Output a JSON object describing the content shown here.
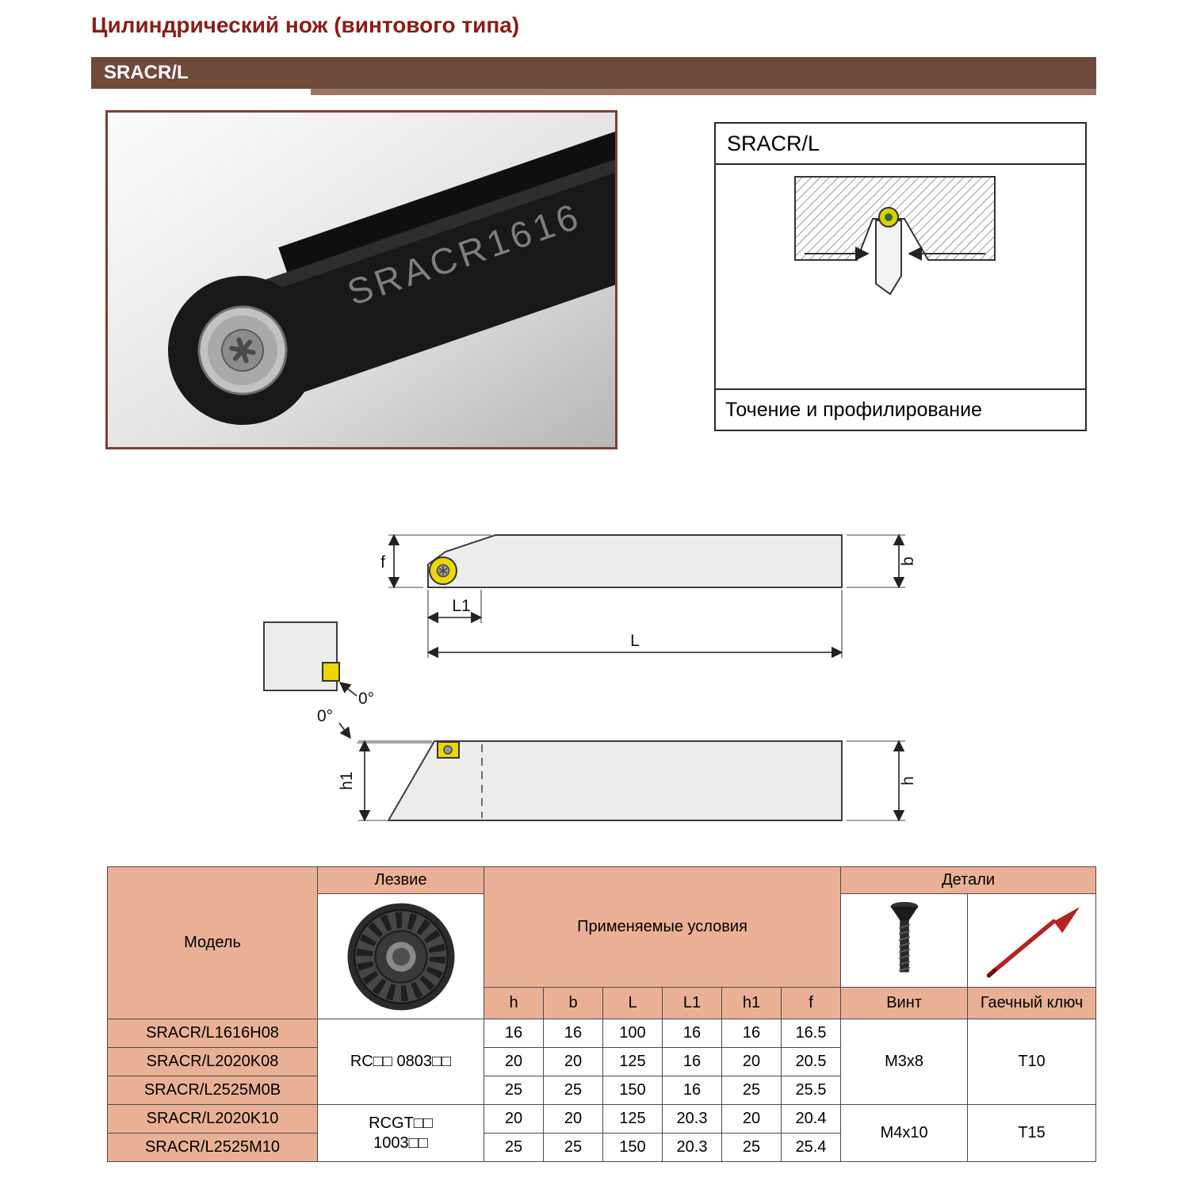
{
  "page": {
    "title": "Цилиндрический нож (винтового типа)"
  },
  "header": {
    "series": "SRACR/L"
  },
  "photo": {
    "engraving": "SRACR1616"
  },
  "info_box": {
    "title": "SRACR/L",
    "caption": "Точение и профилирование"
  },
  "drawing": {
    "f": "f",
    "b": "b",
    "l1": "L1",
    "l": "L",
    "h1": "h1",
    "h": "h",
    "angle1": "0°",
    "angle2": "0°"
  },
  "table": {
    "headers": {
      "model": "Модель",
      "blade": "Лезвие",
      "conditions": "Применяемые условия",
      "parts": "Детали",
      "dims": [
        "h",
        "b",
        "L",
        "L1",
        "h1",
        "f"
      ],
      "screw_col": "Винт",
      "wrench_col": "Гаечный ключ"
    },
    "groups": [
      {
        "blade_code": "RC□□ 0803□□",
        "screw": "M3x8",
        "wrench": "T10"
      },
      {
        "blade_code_line1": "RCGT□□",
        "blade_code_line2": "1003□□",
        "screw": "M4x10",
        "wrench": "T15"
      }
    ],
    "rows": [
      {
        "model": "SRACR/L1616H08",
        "values": [
          "16",
          "16",
          "100",
          "16",
          "16",
          "16.5"
        ]
      },
      {
        "model": "SRACR/L2020K08",
        "values": [
          "20",
          "20",
          "125",
          "16",
          "20",
          "20.5"
        ]
      },
      {
        "model": "SRACR/L2525M0B",
        "values": [
          "25",
          "25",
          "150",
          "16",
          "25",
          "25.5"
        ]
      },
      {
        "model": "SRACR/L2020K10",
        "values": [
          "20",
          "20",
          "125",
          "20.3",
          "20",
          "20.4"
        ]
      },
      {
        "model": "SRACR/L2525M10",
        "values": [
          "25",
          "25",
          "150",
          "20.3",
          "25",
          "25.4"
        ]
      }
    ]
  }
}
